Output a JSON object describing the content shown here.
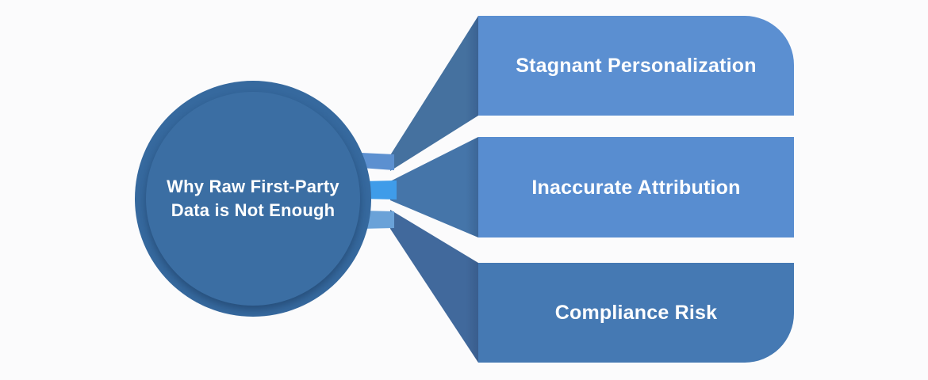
{
  "center": {
    "label": "Why Raw First-Party Data is Not Enough",
    "lines": [
      "Why Raw First-Party",
      "Data is Not Enough"
    ],
    "outer_color": "#36699e",
    "inner_color": "#3b6ea3",
    "text_color": "#ffffff"
  },
  "branches": [
    {
      "label": "Stagnant Personalization",
      "banner_color": "#5b8fd1",
      "fan_color": "#45719f",
      "fan_edge_color": "#3b6292",
      "stub_color": "#5c90d0"
    },
    {
      "label": "Inaccurate Attribution",
      "banner_color": "#588dd0",
      "fan_color": "#4575a9",
      "fan_edge_color": "#3c6697",
      "stub_color": "#3f9ce9"
    },
    {
      "label": "Compliance Risk",
      "banner_color": "#4579b3",
      "fan_color": "#41699c",
      "fan_edge_color": "#395d8d",
      "stub_color": "#6aa2d8"
    }
  ],
  "background_color": "#fbfbfc"
}
